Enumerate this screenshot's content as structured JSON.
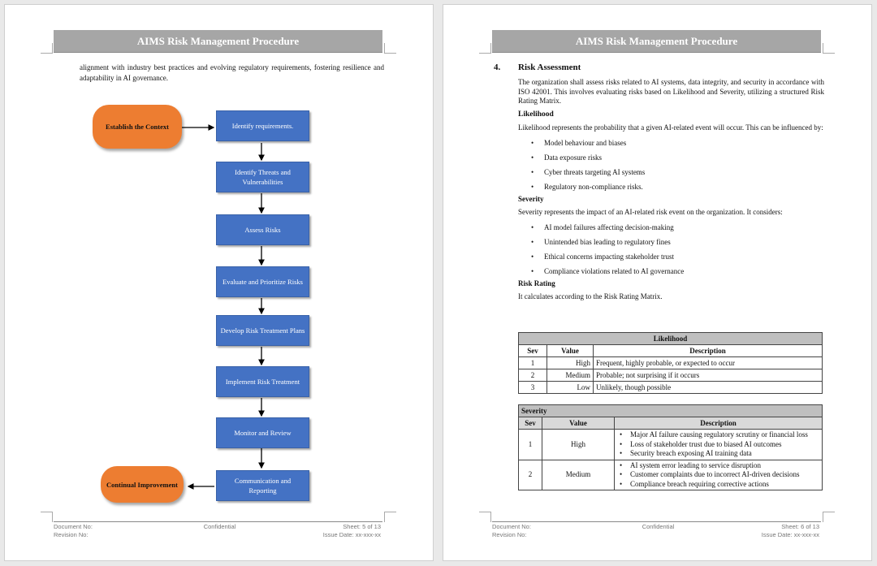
{
  "header_title": "AIMS Risk Management Procedure",
  "footer": {
    "document_no": "Document No:",
    "revision_no": "Revision No:",
    "confidential": "Confidential",
    "issue_date": "Issue Date: xx-xxx-xx"
  },
  "page1": {
    "intro": "alignment with industry best practices and evolving regulatory requirements, fostering resilience and adaptability in AI governance.",
    "sheet": "Sheet: 5 of 13",
    "flow": {
      "establish": "Establish the Context",
      "steps": [
        "Identify requirements.",
        "Identify Threats and Vulnerabilities",
        "Assess Risks",
        "Evaluate and Prioritize Risks",
        "Develop Risk Treatment Plans",
        "Implement Risk Treatment",
        "Monitor and Review",
        "Communication and Reporting"
      ],
      "continual": "Continual Improvement"
    }
  },
  "page2": {
    "sheet": "Sheet: 6 of 13",
    "section_number": "4.",
    "section_title": "Risk Assessment",
    "section_intro": "The organization shall assess risks related to AI systems, data integrity, and security in accordance with ISO 42001. This involves evaluating risks based on Likelihood and Severity, utilizing a structured Risk Rating Matrix.",
    "likelihood_heading": "Likelihood",
    "likelihood_text": "Likelihood represents the probability that a given AI-related event will occur. This can be influenced by:",
    "likelihood_bullets": [
      "Model behaviour and biases",
      "Data exposure risks",
      "Cyber threats targeting AI systems",
      "Regulatory non-compliance risks."
    ],
    "severity_heading": "Severity",
    "severity_text": "Severity represents the impact of an AI-related risk event on the organization. It considers:",
    "severity_bullets": [
      "AI model failures affecting decision-making",
      "Unintended bias leading to regulatory fines",
      "Ethical concerns impacting stakeholder trust",
      "Compliance violations related to AI governance"
    ],
    "risk_rating_heading": "Risk Rating",
    "risk_rating_text": "It calculates according to the Risk Rating Matrix.",
    "likelihood_table": {
      "title": "Likelihood",
      "headers": [
        "Sev",
        "Value",
        "Description"
      ],
      "rows": [
        [
          "1",
          "High",
          "Frequent, highly probable, or expected to occur"
        ],
        [
          "2",
          "Medium",
          "Probable; not surprising if it occurs"
        ],
        [
          "3",
          "Low",
          "Unlikely, though possible"
        ]
      ]
    },
    "severity_table": {
      "title": "Severity",
      "headers": [
        "Sev",
        "Value",
        "Description"
      ],
      "rows": [
        {
          "sev": "1",
          "value": "High",
          "items": [
            "Major AI failure causing regulatory scrutiny or financial loss",
            "Loss of stakeholder trust due to biased AI outcomes",
            "Security breach exposing AI training data"
          ]
        },
        {
          "sev": "2",
          "value": "Medium",
          "items": [
            "AI system error leading to service disruption",
            "Customer complaints due to incorrect AI-driven decisions",
            "Compliance breach requiring corrective actions"
          ]
        }
      ]
    }
  }
}
